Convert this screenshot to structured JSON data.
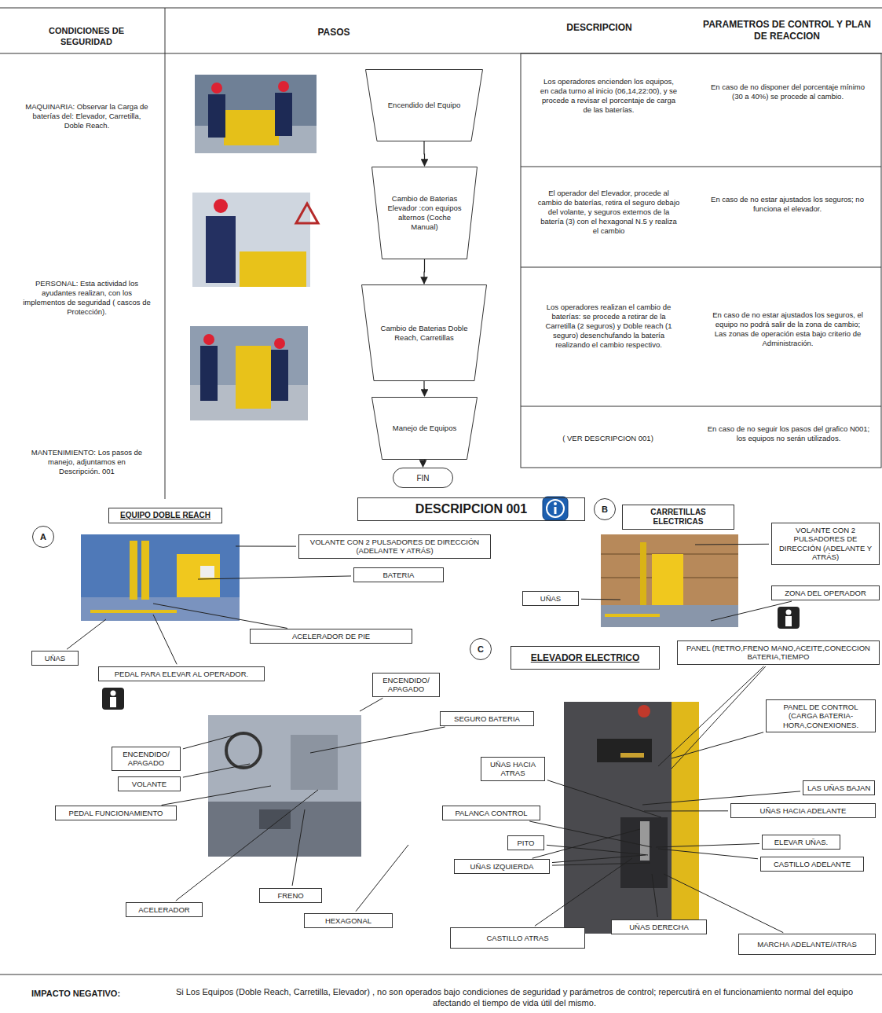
{
  "diagram": {
    "nodes": [
      {
        "text": [
          "Encendido del Equipo"
        ]
      },
      {
        "text": [
          "Cambio de Baterias Elevador :con equipos alternos (Coche Manual)"
        ]
      },
      {
        "text": [
          "Cambio de Baterias Doble Reach, Carretillas"
        ]
      },
      {
        "text": [
          "Manejo de Equipos"
        ]
      },
      {
        "text": [
          "FIN"
        ]
      },
      {
        "text": [
          "EQUIPO DOBLE REACH"
        ]
      },
      {
        "text": [
          "DESCRIPCION 001"
        ]
      },
      {
        "text": [
          "B"
        ]
      },
      {
        "text": [
          "CARRETILLAS ELECTRICAS"
        ]
      },
      {
        "text": [
          "A"
        ]
      },
      {
        "text": [
          "VOLANTE CON 2 PULSADORES DE DIRECCIÓN (ADELANTE Y ATRÁS)"
        ]
      },
      {
        "text": [
          "VOLANTE CON 2 PULSADORES DE DIRECCIÓN (ADELANTE Y ATRÁS)"
        ]
      },
      {
        "text": [
          "BATERIA"
        ]
      },
      {
        "text": [
          "UÑAS"
        ]
      },
      {
        "text": [
          "ZONA DEL OPERADOR"
        ]
      },
      {
        "text": [
          "ACELERADOR DE PIE"
        ]
      },
      {
        "text": [
          "UÑAS"
        ]
      },
      {
        "text": [
          "C"
        ]
      },
      {
        "text": [
          "ELEVADOR ELECTRICO"
        ]
      },
      {
        "text": [
          "PANEL (RETRO,FRENO MANO,ACEITE,CONECCION BATERIA,TIEMPO"
        ]
      },
      {
        "text": [
          "PEDAL PARA ELEVAR AL OPERADOR."
        ]
      },
      {
        "text": [
          "ENCENDIDO/ APAGADO"
        ]
      },
      {
        "text": [
          "PANEL DE CONTROL (CARGA BATERIA- HORA,CONEXIONES."
        ]
      },
      {
        "text": [
          "SEGURO BATERIA"
        ]
      },
      {
        "text": [
          "ENCENDIDO/ APAGADO"
        ]
      },
      {
        "text": [
          "UÑAS HACIA ATRAS"
        ]
      },
      {
        "text": [
          "VOLANTE"
        ]
      },
      {
        "text": [
          "LAS UÑAS BAJAN"
        ]
      },
      {
        "text": [
          "UÑAS HACIA ADELANTE"
        ]
      },
      {
        "text": [
          "PALANCA CONTROL"
        ]
      },
      {
        "text": [
          "PEDAL FUNCIONAMIENTO"
        ]
      },
      {
        "text": [
          "ELEVAR UÑAS."
        ]
      },
      {
        "text": [
          "PITO"
        ]
      },
      {
        "text": [
          "CASTILLO ADELANTE"
        ]
      },
      {
        "text": [
          "UÑAS IZQUIERDA"
        ]
      },
      {
        "text": [
          "FRENO"
        ]
      },
      {
        "text": [
          "ACELERADOR"
        ]
      },
      {
        "text": [
          "HEXAGONAL"
        ]
      },
      {
        "text": [
          "UÑAS DERECHA"
        ]
      },
      {
        "text": [
          "CASTILLO ATRAS"
        ]
      },
      {
        "text": [
          "MARCHA ADELANTE/ATRAS"
        ]
      }
    ],
    "edges": [
      {
        "from": 0,
        "to": 1,
        "arrow": "to"
      },
      {
        "from": 1,
        "to": 2,
        "arrow": "to"
      },
      {
        "from": 2,
        "to": 3,
        "arrow": "to"
      },
      {
        "from": 3,
        "to": 4,
        "arrow": "to"
      }
    ],
    "labels": [
      "CONDICIONES DE SEGURIDAD",
      "PASOS",
      "DESCRIPCION",
      "PARAMETROS DE CONTROL Y PLAN DE REACCION",
      "MAQUINARIA: Observar la Carga de baterías del: Elevador, Carretilla, Doble Reach.",
      "Los operadores encienden los equipos, en cada turno al inicio (06,14,22:00), y se procede a revisar el porcentaje de carga de las baterías.",
      "En caso de no disponer del porcentaje mínimo (30 a 40%) se procede al cambio.",
      "El operador del Elevador, procede al cambio de baterías, retira el seguro debajo del volante, y seguros externos de la batería (3) con el hexagonal N.5 y realiza el cambio",
      "En caso de no estar ajustados los seguros; no funciona el elevador.",
      "PERSONAL: Esta actividad los ayudantes realizan, con los implementos de seguridad ( cascos de Protección).",
      "Los operadores realizan el cambio de baterías: se procede a retirar de la Carretilla (2 seguros) y Doble reach (1 seguro) desenchufando la batería realizando el cambio respectivo.",
      "En caso de no estar ajustados los seguros, el equipo no podrá salir de la zona de cambio; Las zonas de operación esta bajo criterio de Administración.",
      "( VER DESCRIPCION 001)",
      "En caso de no seguir los pasos del grafico N001; los equipos no serán utilizados.",
      "MANTENIMIENTO: Los pasos de manejo, adjuntamos en Descripción. 001",
      "IMPACTO NEGATIVO:",
      "Si Los Equipos (Doble Reach, Carretilla, Elevador) , no son operados bajo condiciones de seguridad y parámetros de control; repercutirá en el funcionamiento normal del equipo afectando el tiempo de vida útil del mismo."
    ]
  }
}
